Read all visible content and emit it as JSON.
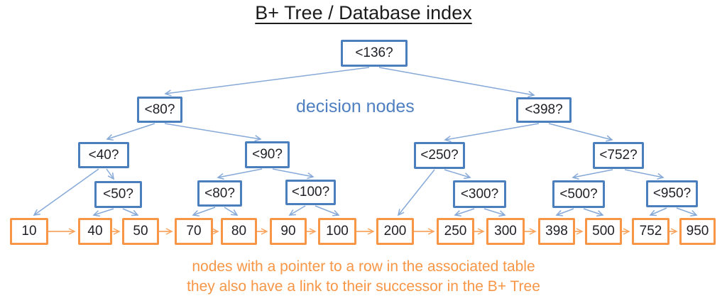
{
  "title": "B+ Tree / Database index",
  "labels": {
    "decision_nodes_annotation": "decision nodes",
    "caption_line1": "nodes with a pointer to a row in the associated table",
    "caption_line2": "they also have a link to their successor in the B+ Tree"
  },
  "colors": {
    "decision_node_border": "#4a7ebc",
    "decision_edge_arrow": "#86a9d8",
    "decision_annotation_text": "#4e7fc1",
    "leaf_node_border": "#f79646",
    "leaf_edge_arrow": "#f9a45f",
    "caption_text": "#f79646",
    "node_text": "#1f2026",
    "title_text": "#1c1c1c"
  },
  "tree": {
    "decision_nodes": [
      {
        "id": "d136",
        "label": "<136?",
        "children": [
          "d80a",
          "d398"
        ]
      },
      {
        "id": "d80a",
        "label": "<80?",
        "children": [
          "d40",
          "d90"
        ]
      },
      {
        "id": "d398",
        "label": "<398?",
        "children": [
          "d250",
          "d752"
        ]
      },
      {
        "id": "d40",
        "label": "<40?",
        "children": [
          "leaf:10",
          "d50"
        ]
      },
      {
        "id": "d90",
        "label": "<90?",
        "children": [
          "d80b",
          "d100"
        ]
      },
      {
        "id": "d250",
        "label": "<250?",
        "children": [
          "leaf:200",
          "d300"
        ]
      },
      {
        "id": "d752",
        "label": "<752?",
        "children": [
          "d500",
          "d950"
        ]
      },
      {
        "id": "d50",
        "label": "<50?",
        "children": [
          "leaf:40",
          "leaf:50"
        ]
      },
      {
        "id": "d80b",
        "label": "<80?",
        "children": [
          "leaf:70",
          "leaf:80"
        ]
      },
      {
        "id": "d100",
        "label": "<100?",
        "children": [
          "leaf:90",
          "leaf:100"
        ]
      },
      {
        "id": "d300",
        "label": "<300?",
        "children": [
          "leaf:250",
          "leaf:300"
        ]
      },
      {
        "id": "d500",
        "label": "<500?",
        "children": [
          "leaf:398",
          "leaf:500"
        ]
      },
      {
        "id": "d950",
        "label": "<950?",
        "children": [
          "leaf:752",
          "leaf:950"
        ]
      }
    ],
    "leaves": [
      {
        "value": "10"
      },
      {
        "value": "40"
      },
      {
        "value": "50"
      },
      {
        "value": "70"
      },
      {
        "value": "80"
      },
      {
        "value": "90"
      },
      {
        "value": "100"
      },
      {
        "value": "200"
      },
      {
        "value": "250"
      },
      {
        "value": "300"
      },
      {
        "value": "398"
      },
      {
        "value": "500"
      },
      {
        "value": "752"
      },
      {
        "value": "950"
      }
    ],
    "leaves_linked_to_successor_in_order": true
  }
}
